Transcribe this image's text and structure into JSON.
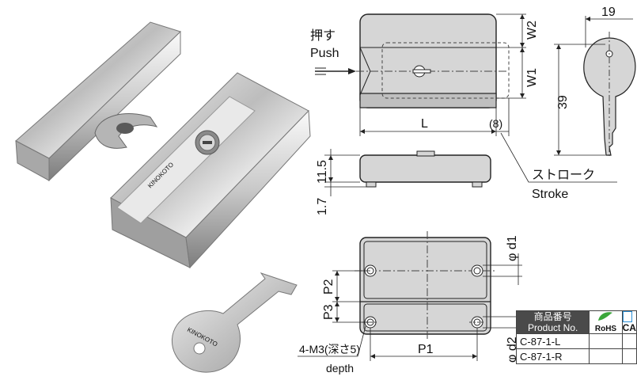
{
  "labels": {
    "push_jp": "押す",
    "push_en": "Push",
    "stroke_jp": "ストローク",
    "stroke_en": "Stroke",
    "tap_note": "4-M3(深さ5)",
    "tap_depth": "depth",
    "brand_body": "KINOKOTO",
    "brand_key": "KINOKOTO"
  },
  "dimensions": {
    "w19": "19",
    "w2": "W2",
    "w1": "W1",
    "h39": "39",
    "len": "L",
    "stroke8": "(8)",
    "h115": "11.5",
    "h17": "1.7",
    "d1": "φ d1",
    "d2": "φ d2",
    "p1": "P1",
    "p2": "P2",
    "p3": "P3"
  },
  "table": {
    "header_product_jp": "商品番号",
    "header_product_en": "Product No.",
    "header_rohs": "RoHS",
    "header_ca": "CA",
    "rows": [
      "C-87-1-L",
      "C-87-1-R"
    ]
  },
  "colors": {
    "drawing_fill": "#d6d6d6",
    "line": "#222222",
    "table_header": "#4a4a4a",
    "rohs_leaf": "#3aa63a"
  }
}
